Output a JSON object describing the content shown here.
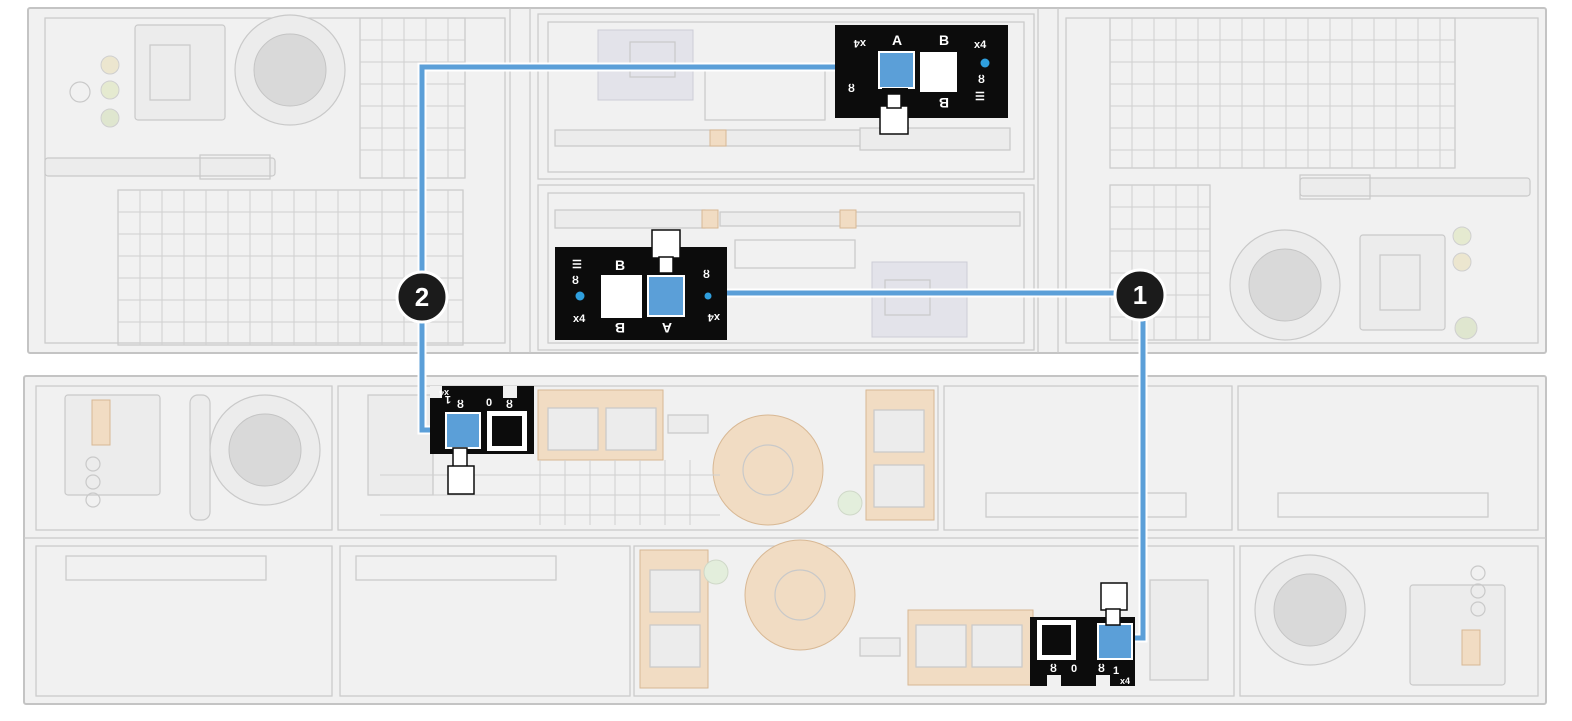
{
  "callouts": [
    {
      "id": "1",
      "label": "1"
    },
    {
      "id": "2",
      "label": "2"
    }
  ],
  "ports": {
    "upper_module_top": {
      "lane": "x4",
      "port_a": "A",
      "port_b": "B"
    },
    "upper_module_bottom": {
      "lane": "x4",
      "port_a": "A",
      "port_b": "B"
    },
    "lower_module_left": {
      "lane": "x4",
      "port_1": "1",
      "port_0": "0"
    },
    "lower_module_right": {
      "lane": "x4",
      "port_1": "1",
      "port_0": "0"
    }
  },
  "colors": {
    "cable": "#5b9fd8",
    "port_panel": "#0c0c0c",
    "callout": "#1b1b1b",
    "chassis": "#f1f1f1",
    "accent_tan": "#f1dcc3"
  },
  "icons": {
    "link": "link-icon",
    "led": "status-led-icon",
    "locate": "locate-icon"
  }
}
